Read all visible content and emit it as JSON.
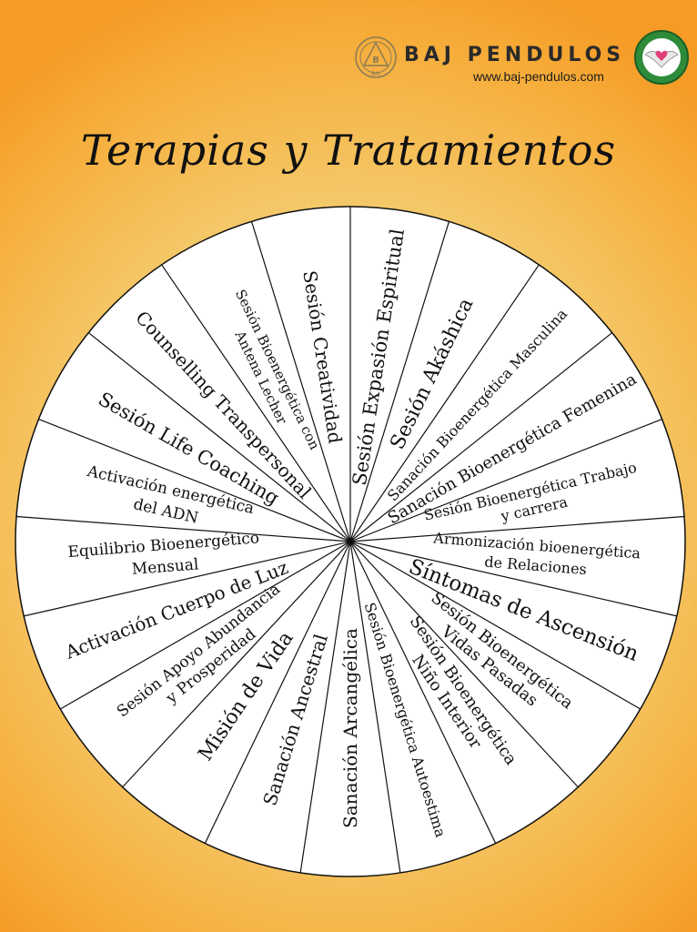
{
  "brand": {
    "name": "BAJ PENDULOS",
    "url": "www.baj-pendulos.com",
    "logo_icon": "pendulum-monogram-icon",
    "seal_icon": "dove-heart-seal-icon"
  },
  "title": "Terapias y Tratamientos",
  "colors": {
    "wheel_fill": "#ffffff",
    "wheel_stroke": "#111111",
    "brand_accent": "#e0603a"
  },
  "wheel": {
    "segments": [
      {
        "lines": [
          "Sesión Expasión Espiritual"
        ]
      },
      {
        "lines": [
          "Sesión Akáshica"
        ]
      },
      {
        "lines": [
          "Sanación Bioenergética Masculina"
        ]
      },
      {
        "lines": [
          "Sanación Bioenergética Femenina"
        ]
      },
      {
        "lines": [
          "Sesión Bioenergética Trabajo",
          "y carrera"
        ]
      },
      {
        "lines": [
          "Armonización bioenergética",
          "de Relaciones"
        ]
      },
      {
        "lines": [
          "Síntomas de Ascensión"
        ]
      },
      {
        "lines": [
          "Sesión Bioenergética",
          "Vidas Pasadas"
        ]
      },
      {
        "lines": [
          "Sesión Bioenergética",
          "Niño Interior"
        ]
      },
      {
        "lines": [
          "Sesión Bioenergética Autoestima"
        ]
      },
      {
        "lines": [
          "Sanación Arcangélica"
        ]
      },
      {
        "lines": [
          "Sanación Ancestral"
        ]
      },
      {
        "lines": [
          "Misión de Vida"
        ]
      },
      {
        "lines": [
          "Sesión Apoyo Abundancia",
          "y Prosperidad"
        ]
      },
      {
        "lines": [
          "Activación Cuerpo de Luz"
        ]
      },
      {
        "lines": [
          "Equilibrio Bioenergético",
          "Mensual"
        ]
      },
      {
        "lines": [
          "Activación energética",
          "del ADN"
        ]
      },
      {
        "lines": [
          "Sesión Life Coaching"
        ]
      },
      {
        "lines": [
          "Counselling Transpersonal"
        ]
      },
      {
        "lines": [
          "Sesión Bioenergética con",
          "Antena Lecher"
        ]
      },
      {
        "lines": [
          "Sesión Creatividad"
        ]
      }
    ]
  }
}
